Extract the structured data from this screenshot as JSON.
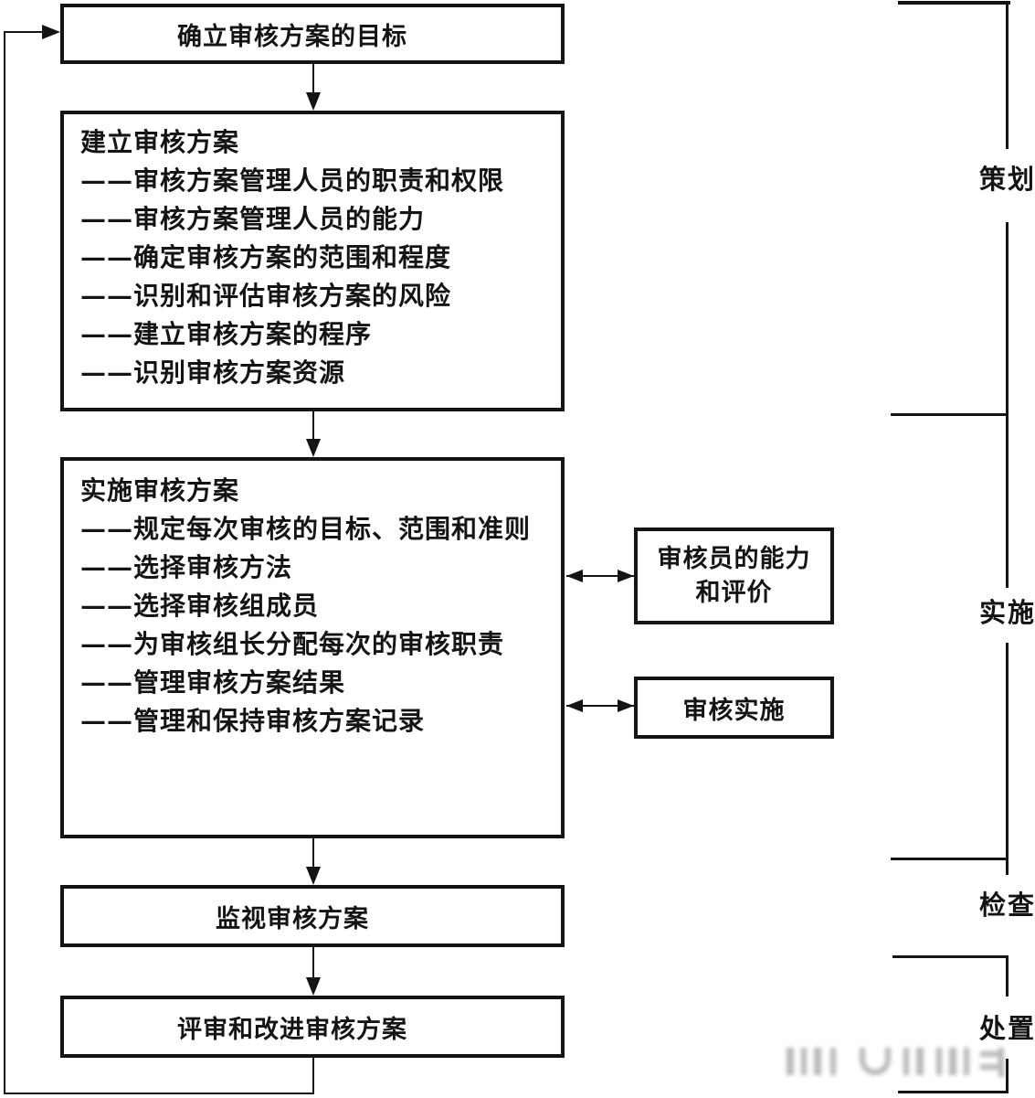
{
  "flow": {
    "objectives_box": {
      "label": "确立审核方案的目标"
    },
    "establish_box": {
      "title": "建立审核方案",
      "items": [
        "——审核方案管理人员的职责和权限",
        "——审核方案管理人员的能力",
        "——确定审核方案的范围和程度",
        "——识别和评估审核方案的风险",
        "——建立审核方案的程序",
        "——识别审核方案资源"
      ]
    },
    "implement_box": {
      "title": "实施审核方案",
      "items": [
        "——规定每次审核的目标、范围和准则",
        "——选择审核方法",
        "——选择审核组成员",
        "——为审核组长分配每次的审核职责",
        "——管理审核方案结果",
        "——管理和保持审核方案记录"
      ]
    },
    "competence_box": {
      "lines": [
        "审核员的能力",
        "和评价"
      ]
    },
    "execution_box": {
      "label": "审核实施"
    },
    "monitor_box": {
      "label": "监视审核方案"
    },
    "review_box": {
      "label": "评审和改进审核方案"
    }
  },
  "pdca": {
    "plan": "策划",
    "do": "实施",
    "check": "检查",
    "act": "处置"
  },
  "colors": {
    "line": "#141414",
    "background": "#ffffff",
    "watermark": "#7d7d7d"
  }
}
